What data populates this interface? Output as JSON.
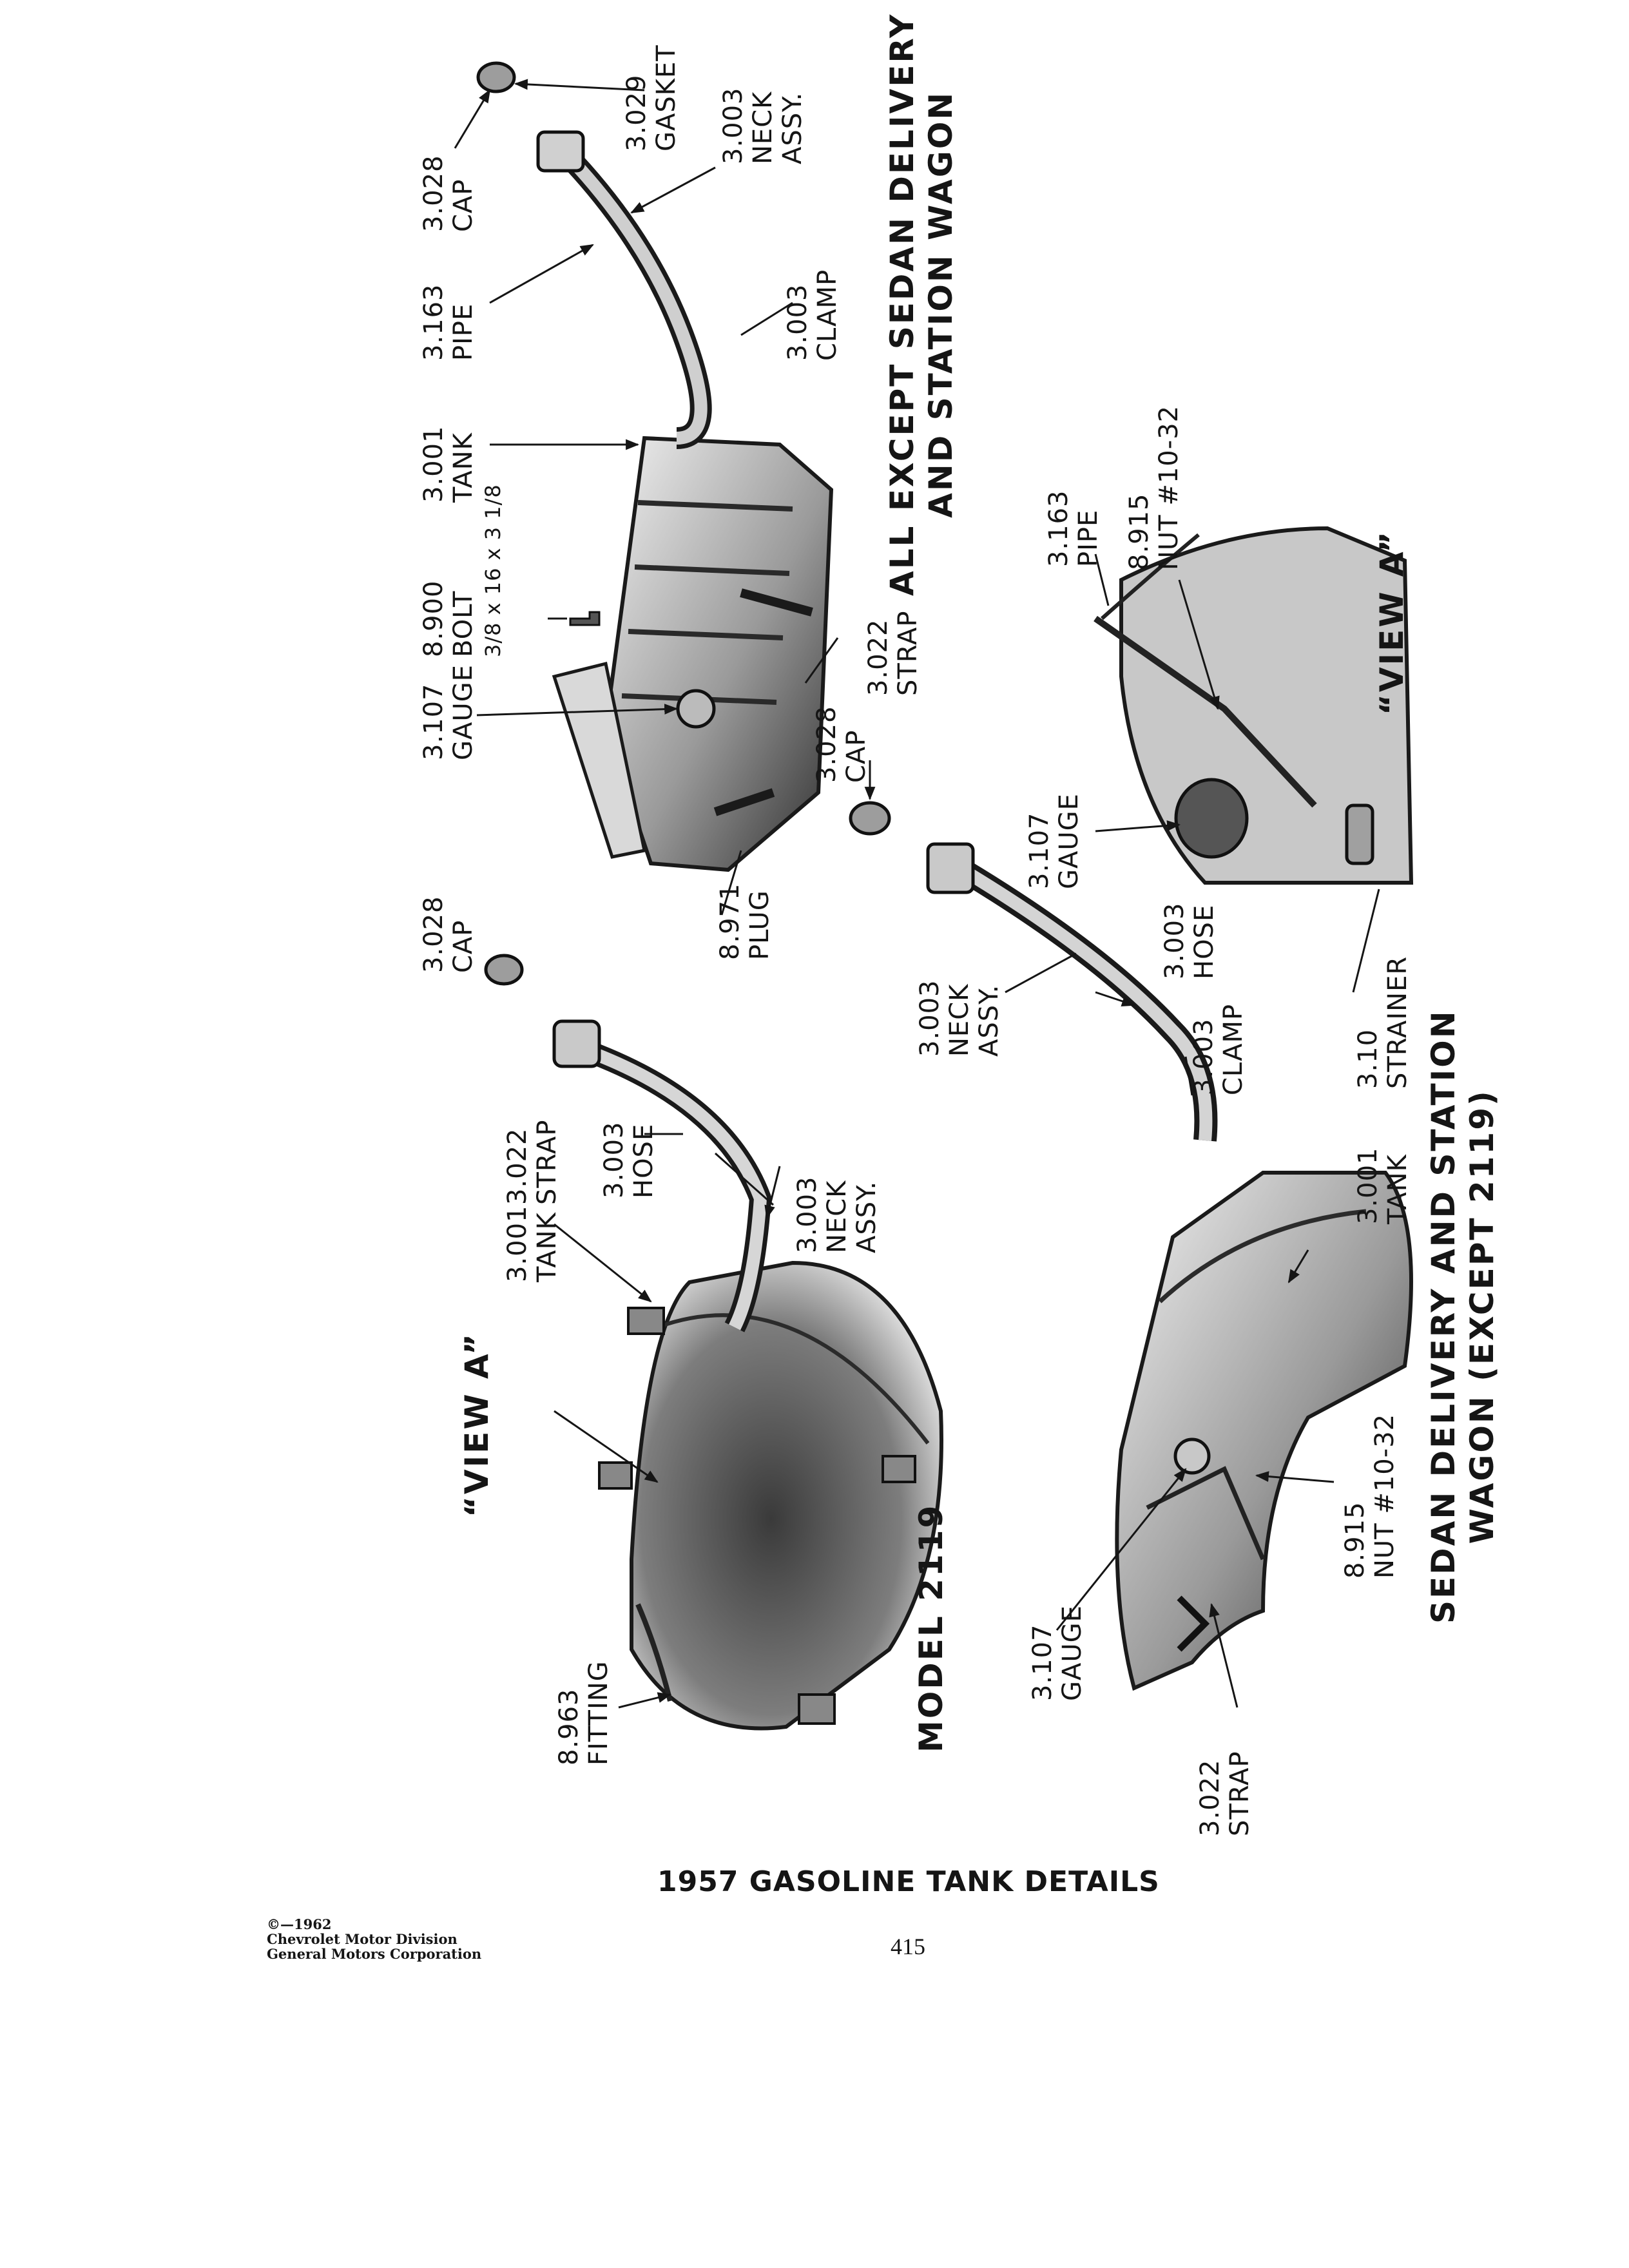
{
  "panels": {
    "top": {
      "heading": [
        "ALL EXCEPT SEDAN DELIVERY",
        "AND STATION WAGON"
      ],
      "labels": [
        {
          "id": "cap-a",
          "lines": [
            "3.028",
            "CAP"
          ]
        },
        {
          "id": "gasket",
          "lines": [
            "3.029",
            "GASKET"
          ]
        },
        {
          "id": "neck",
          "lines": [
            "3.003",
            "NECK",
            "ASSY."
          ]
        },
        {
          "id": "pipe",
          "lines": [
            "3.163",
            "PIPE"
          ]
        },
        {
          "id": "clamp",
          "lines": [
            "3.003",
            "CLAMP"
          ]
        },
        {
          "id": "tank",
          "lines": [
            "3.001",
            "TANK"
          ]
        },
        {
          "id": "bolt",
          "lines": [
            "8.900",
            "BOLT",
            "3/8 x 16 x 3 1/8"
          ]
        },
        {
          "id": "gauge",
          "lines": [
            "3.107",
            "GAUGE"
          ]
        },
        {
          "id": "strap",
          "lines": [
            "3.022",
            "STRAP"
          ]
        },
        {
          "id": "cap-b",
          "lines": [
            "3.028",
            "CAP"
          ]
        },
        {
          "id": "plug",
          "lines": [
            "8.971",
            "PLUG"
          ]
        },
        {
          "id": "cap-c",
          "lines": [
            "3.028",
            "CAP"
          ]
        }
      ]
    },
    "model": {
      "heading": [
        "MODEL 2119"
      ],
      "view_label": "“VIEW A”",
      "labels": [
        {
          "id": "tank",
          "lines": [
            "3.001",
            "TANK"
          ]
        },
        {
          "id": "strap",
          "lines": [
            "3.022",
            "STRAP"
          ]
        },
        {
          "id": "hose",
          "lines": [
            "3.003",
            "HOSE"
          ]
        },
        {
          "id": "neck",
          "lines": [
            "3.003",
            "NECK",
            "ASSY."
          ]
        },
        {
          "id": "fitting",
          "lines": [
            "8.963",
            "FITTING"
          ]
        }
      ]
    },
    "sedan": {
      "heading": [
        "SEDAN DELIVERY AND STATION",
        "WAGON (EXCEPT 2119)"
      ],
      "labels": [
        {
          "id": "neck",
          "lines": [
            "3.003",
            "NECK",
            "ASSY."
          ]
        },
        {
          "id": "hose",
          "lines": [
            "3.003",
            "HOSE"
          ]
        },
        {
          "id": "clamp",
          "lines": [
            "3.003",
            "CLAMP"
          ]
        },
        {
          "id": "strainer",
          "lines": [
            "3.10",
            "STRAINER"
          ]
        },
        {
          "id": "tank",
          "lines": [
            "3.001",
            "TANK"
          ]
        },
        {
          "id": "nut",
          "lines": [
            "8.915",
            "NUT #10-32"
          ]
        },
        {
          "id": "gauge",
          "lines": [
            "3.107",
            "GAUGE"
          ]
        },
        {
          "id": "strap",
          "lines": [
            "3.022",
            "STRAP"
          ]
        }
      ]
    },
    "view_a": {
      "view_label": "“VIEW A”",
      "labels": [
        {
          "id": "pipe",
          "lines": [
            "3.163",
            "PIPE"
          ]
        },
        {
          "id": "nut",
          "lines": [
            "8.915",
            "NUT #10-32"
          ]
        },
        {
          "id": "gauge",
          "lines": [
            "3.107",
            "GAUGE"
          ]
        }
      ]
    }
  },
  "caption": "1957 GASOLINE TANK DETAILS",
  "copyright": [
    "©—1962",
    "Chevrolet Motor Division",
    "General Motors Corporation"
  ],
  "page_number": "415"
}
